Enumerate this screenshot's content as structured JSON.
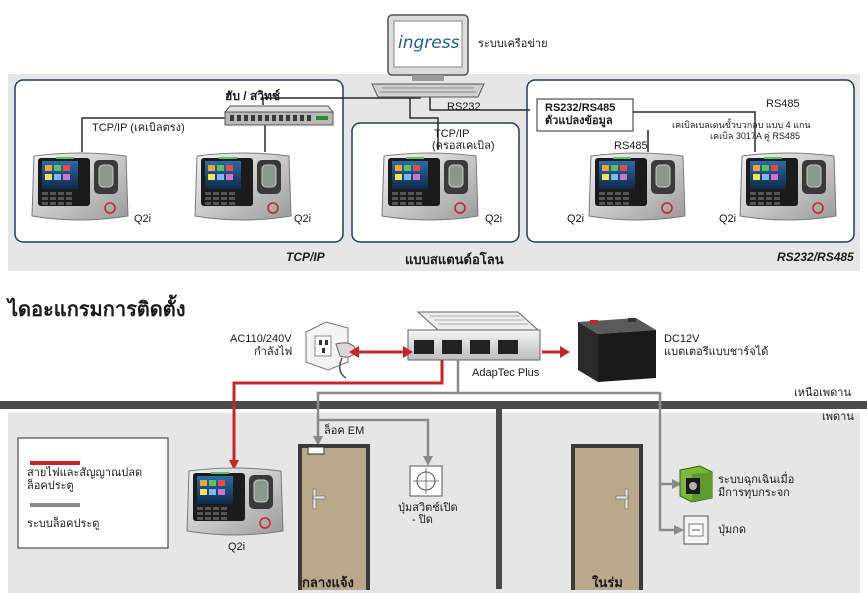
{
  "top_section": {
    "computer_logo": "ingress",
    "network_system": "ระบบเครือข่าย",
    "hub_switch": "ฮับ / สวิทช์",
    "tcpip_direct": "TCP/IP (เคเบิลตรง)",
    "tcpip_cross_line1": "TCP/IP",
    "tcpip_cross_line2": "(ครอสเคเบิล)",
    "rs232": "RS232",
    "converter_line1": "RS232/RS485",
    "converter_line2": "ตัวแปลงข้อมูล",
    "rs485_top": "RS485",
    "cable_note_line1": "เคเบิลเบลเดนขั้วบวกลบ แบบ 4 แกน",
    "cable_note_line2": "เคเบิล 3017A คู่ RS485",
    "rs485_left": "RS485",
    "q2i_1": "Q2i",
    "q2i_2": "Q2i",
    "q2i_3": "Q2i",
    "q2i_4": "Q2i",
    "q2i_5": "Q2i",
    "label_tcpip": "TCP/IP",
    "label_standalone": "แบบสแตนด์อโลน",
    "label_rs": "RS232/RS485"
  },
  "bottom_section": {
    "title": "ไดอะแกรมการติดตั้ง",
    "ac_line1": "AC110/240V",
    "ac_line2": "กำลังไฟ",
    "adaptec": "AdapTec Plus",
    "dc_line1": "DC12V",
    "dc_line2": "แบตเตอรีแบบชาร์จได้",
    "above_ceiling": "เหนือเพดาน",
    "ceiling": "เพดาน",
    "em_lock": "ล็อค EM",
    "exit_switch_line1": "ปุ่มสวิตช์เปิด",
    "exit_switch_line2": "- ปิด",
    "emergency_line1": "ระบบฉุกเฉินเมื่อ",
    "emergency_line2": "มีการทุบกระจก",
    "push_button": "ปุ่มกด",
    "q2i": "Q2i",
    "outdoor": "กลางแจ้ง",
    "indoor": "ในร่ม",
    "legend_red_line1": "สายไฟและสัญญาณปลด",
    "legend_red_line2": "ล็อคประตู",
    "legend_gray": "ระบบล็อคประตู"
  },
  "colors": {
    "panel_bg": "#e6e6e6",
    "frame_blue": "#1f3d5c",
    "power_red": "#c8252a",
    "lock_gray": "#8a8a8a",
    "ceiling_dark": "#4a4a4a",
    "door_brown": "#b9a88a"
  }
}
